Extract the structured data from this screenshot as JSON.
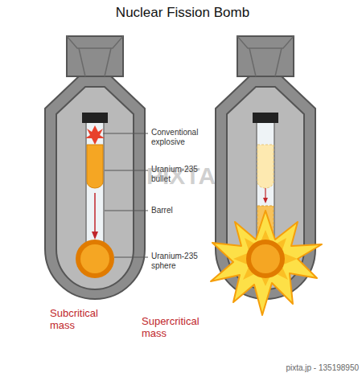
{
  "diagram": {
    "title": "Nuclear Fission Bomb",
    "labels": [
      "Conventional explosive",
      "Uranium-235 bullet",
      "Barrel",
      "Uranium-235 sphere",
      "Subcritical mass",
      "Supercritical mass",
      "PIXTA",
      "pixta.jp - 135198950"
    ]
  }
}
